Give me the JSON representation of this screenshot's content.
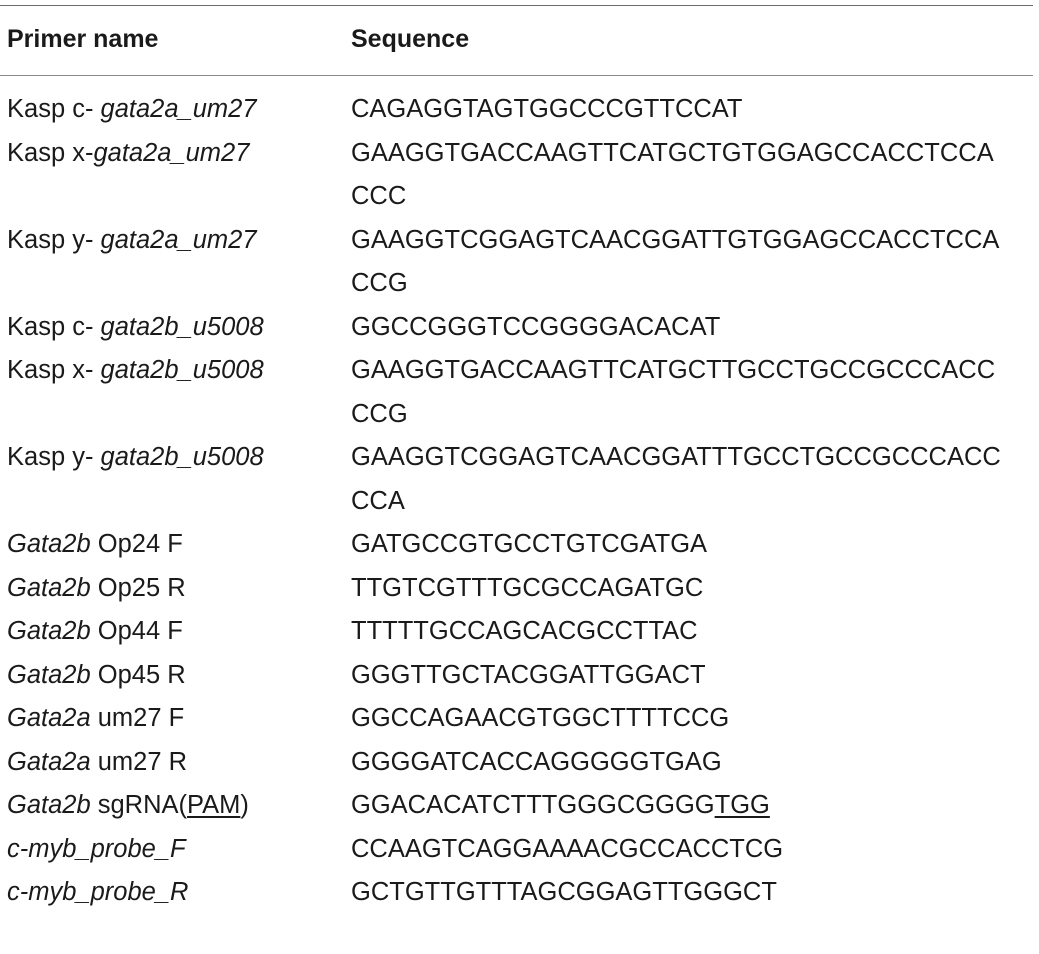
{
  "table": {
    "headers": {
      "primer_name": "Primer name",
      "sequence": "Sequence"
    },
    "rows": [
      {
        "name_pre": "Kasp c- ",
        "name_italic": "gata2a_um27",
        "name_post": "",
        "seq_main": "CAGAGGTAGTGGCCCGTTCCAT",
        "seq_underlined": ""
      },
      {
        "name_pre": "Kasp x-",
        "name_italic": "gata2a_um27",
        "name_post": "",
        "seq_main": "GAAGGTGACCAAGTTCATGCTGTGGAGCCACCTCCACCC",
        "seq_underlined": ""
      },
      {
        "name_pre": "Kasp y- ",
        "name_italic": "gata2a_um27",
        "name_post": "",
        "seq_main": "GAAGGTCGGAGTCAACGGATTGTGGAGCCACCTCCACCG",
        "seq_underlined": ""
      },
      {
        "name_pre": "Kasp c- ",
        "name_italic": "gata2b_u5008",
        "name_post": "",
        "seq_main": "GGCCGGGTCCGGGGACACAT",
        "seq_underlined": ""
      },
      {
        "name_pre": "Kasp x- ",
        "name_italic": "gata2b_u5008",
        "name_post": "",
        "seq_main": "GAAGGTGACCAAGTTCATGCTTGCCTGCCGCCCACCCCG",
        "seq_underlined": ""
      },
      {
        "name_pre": "Kasp y- ",
        "name_italic": "gata2b_u5008",
        "name_post": "",
        "seq_main": "GAAGGTCGGAGTCAACGGATTTGCCTGCCGCCCACCCCA",
        "seq_underlined": ""
      },
      {
        "name_pre": "",
        "name_italic": "Gata2b",
        "name_post": " Op24 F",
        "seq_main": "GATGCCGTGCCTGTCGATGA",
        "seq_underlined": ""
      },
      {
        "name_pre": "",
        "name_italic": "Gata2b",
        "name_post": " Op25 R",
        "seq_main": "TTGTCGTTTGCGCCAGATGC",
        "seq_underlined": ""
      },
      {
        "name_pre": "",
        "name_italic": "Gata2b",
        "name_post": " Op44 F",
        "seq_main": "TTTTTGCCAGCACGCCTTAC",
        "seq_underlined": ""
      },
      {
        "name_pre": "",
        "name_italic": "Gata2b",
        "name_post": " Op45 R",
        "seq_main": "GGGTTGCTACGGATTGGACT",
        "seq_underlined": ""
      },
      {
        "name_pre": "",
        "name_italic": "Gata2a",
        "name_post": " um27 F",
        "seq_main": "GGCCAGAACGTGGCTTTTCCG",
        "seq_underlined": ""
      },
      {
        "name_pre": "",
        "name_italic": "Gata2a",
        "name_post": " um27 R",
        "seq_main": "GGGGATCACCAGGGGGTGAG",
        "seq_underlined": ""
      },
      {
        "name_pre": "",
        "name_italic": "Gata2b",
        "name_post": " sgRNA",
        "name_paren_open": "(",
        "name_underlined": "PAM",
        "name_paren_close": ")",
        "seq_main": "GGACACATCTTTGGGCGGGG",
        "seq_underlined": "TGG"
      },
      {
        "name_pre": "",
        "name_italic": "c-myb_probe_F",
        "name_post": "",
        "seq_main": "CCAAGTCAGGAAAACGCCACCTCG",
        "seq_underlined": ""
      },
      {
        "name_pre": "",
        "name_italic": "c-myb_probe_R",
        "name_post": "",
        "seq_main": "GCTGTTGTTTAGCGGAGTTGGGCT",
        "seq_underlined": ""
      }
    ]
  }
}
